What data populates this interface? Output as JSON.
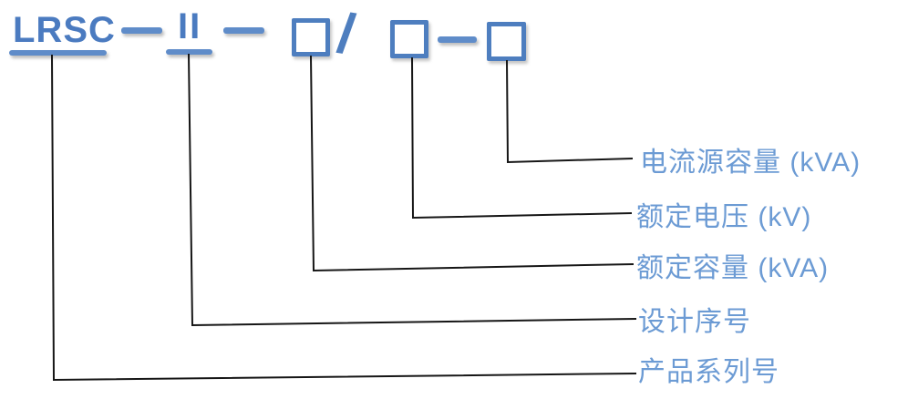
{
  "model_code": {
    "series_prefix": "LRSC",
    "design_number": "II",
    "dash_separator": "—",
    "slash_separator": "/"
  },
  "labels": {
    "current_source_capacity": "电流源容量 (kVA)",
    "rated_voltage": "额定电压 (kV)",
    "rated_capacity": "额定容量 (kVA)",
    "design_serial": "设计序号",
    "product_series": "产品系列号"
  },
  "colors": {
    "code_text_blue": "#4b7bc0",
    "shape_blue": "#4e7ebf",
    "underline_blue": "#5f8cc9",
    "label_blue": "#6c9bd4",
    "connector_black": "#161616",
    "background": "#ffffff"
  }
}
